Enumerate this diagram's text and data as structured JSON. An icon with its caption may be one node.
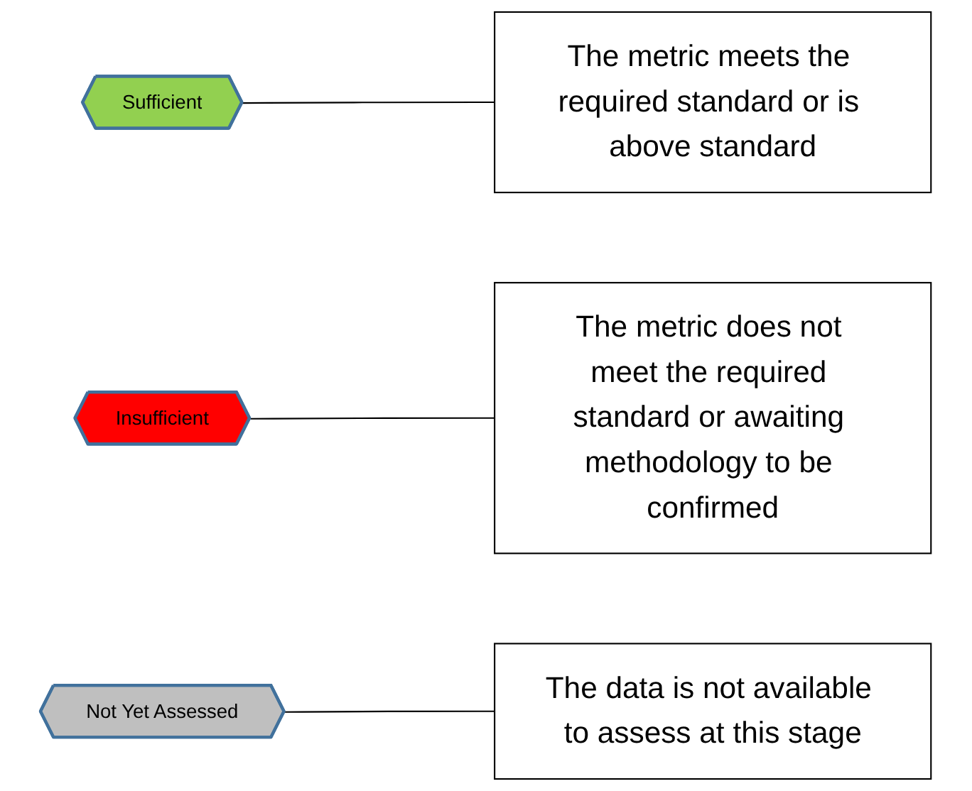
{
  "diagram": {
    "nodes": [
      {
        "text": [
          "Sufficient"
        ]
      },
      {
        "text": [
          "The metric meets the required standard or is above standard"
        ]
      },
      {
        "text": [
          "Insufficient"
        ]
      },
      {
        "text": [
          "The metric does not meet the required standard or awaiting methodology to be confirmed"
        ]
      },
      {
        "text": [
          "Not Yet Assessed"
        ]
      },
      {
        "text": [
          "The data is not available to assess at this stage"
        ]
      }
    ],
    "edges": [
      {
        "from": 0,
        "to": 1,
        "arrow": "none"
      },
      {
        "from": 2,
        "to": 3,
        "arrow": "none"
      },
      {
        "from": 4,
        "to": 5,
        "arrow": "none"
      }
    ]
  }
}
